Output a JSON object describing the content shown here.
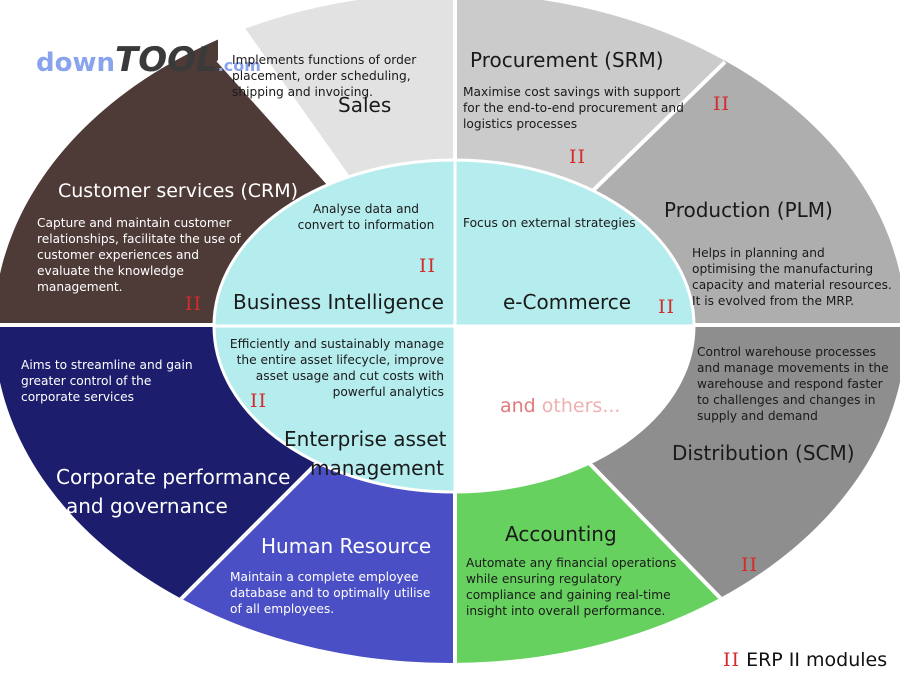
{
  "logo": {
    "part1": "down",
    "part2": "TOOL",
    "part3": ".com"
  },
  "ii_mark": "II",
  "legend": {
    "mark": "II",
    "label": "ERP II modules"
  },
  "colors": {
    "sales": "#e2e2e2",
    "procurement": "#cbcbcb",
    "production": "#aeaeae",
    "distribution": "#8e8e8e",
    "accounting": "#66d15e",
    "human_resource": "#4b4fc6",
    "corporate": "#1d1d6e",
    "crm": "#4e3b37",
    "inner": "#b5ecee",
    "ii_red": "#d42b2b",
    "others_text": "#e07a7a"
  },
  "modules": {
    "sales": {
      "title": "Sales",
      "desc": "Implements functions of order placement, order scheduling, shipping and invoicing."
    },
    "procurement": {
      "title": "Procurement (SRM)",
      "desc": "Maximise cost savings with support for the end-to-end procurement and logistics processes"
    },
    "production": {
      "title": "Production (PLM)",
      "desc": "Helps in planning and optimising the manufacturing capacity and material resources. It is evolved from the MRP."
    },
    "distribution": {
      "title": "Distribution (SCM)",
      "desc": "Control warehouse processes and manage movements in the warehouse and respond faster to challenges and changes in supply and demand"
    },
    "accounting": {
      "title": "Accounting",
      "desc": "Automate any financial operations while ensuring regulatory compliance and gaining real-time insight into overall performance."
    },
    "human_resource": {
      "title": "Human Resource",
      "desc": "Maintain a complete employee database and to optimally utilise of all  employees."
    },
    "corporate": {
      "title_line1": "Corporate performance",
      "title_line2": "and governance",
      "desc": "Aims to streamline and gain greater control of the corporate services"
    },
    "crm": {
      "title": "Customer services (CRM)",
      "desc": "Capture and maintain customer relationships, facilitate the use of customer experiences and evaluate the knowledge management."
    }
  },
  "inner": {
    "bi": {
      "title": "Business Intelligence",
      "desc": "Analyse data and convert to information"
    },
    "ecommerce": {
      "title": "e-Commerce",
      "desc": "Focus on external strategies"
    },
    "eam": {
      "title_line1": "Enterprise asset",
      "title_line2": "management",
      "desc": "Efficiently and sustainably manage the entire asset lifecycle, improve asset usage and cut costs with powerful analytics"
    },
    "others": {
      "text_part1": "and ",
      "text_part2": "others..."
    }
  }
}
